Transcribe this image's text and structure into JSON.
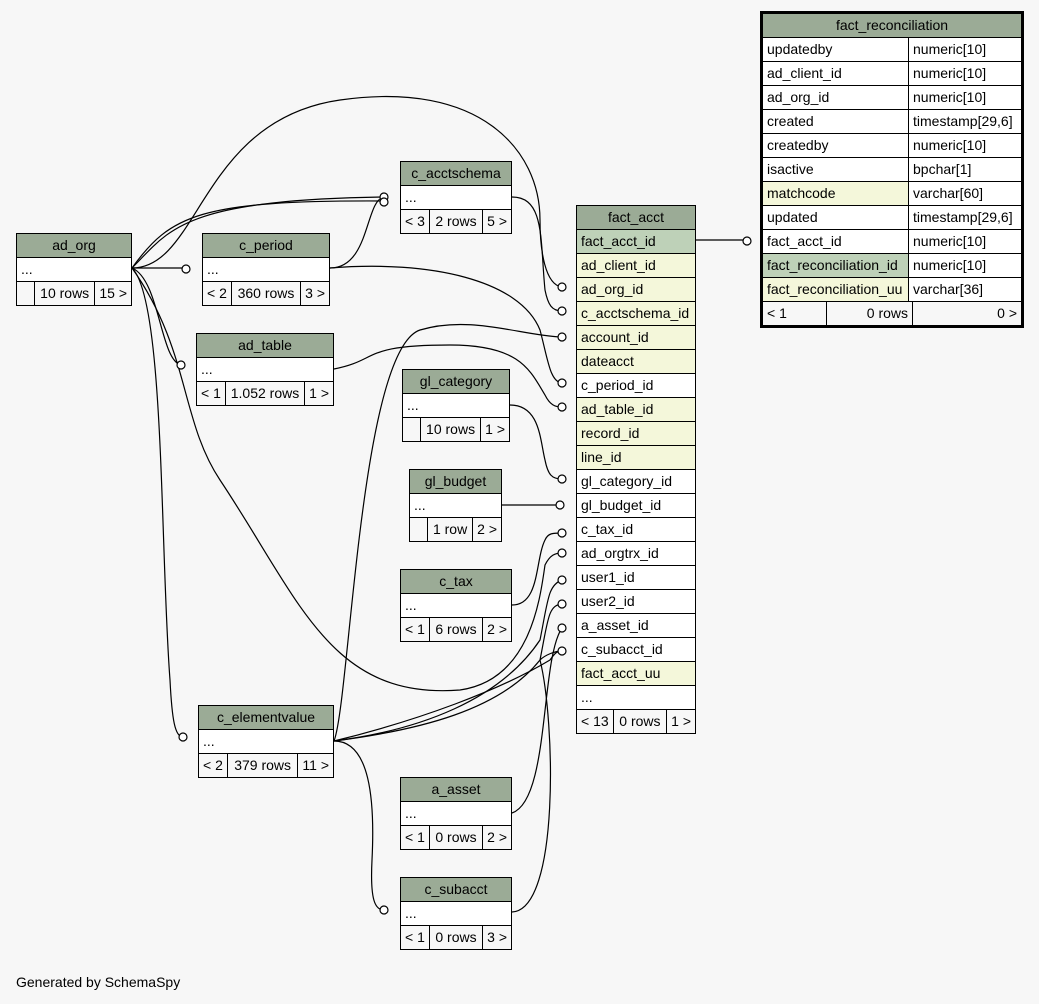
{
  "tables": {
    "ad_org": {
      "name": "ad_org",
      "rows": [
        "..."
      ],
      "footer": [
        "",
        "10 rows",
        "15 >"
      ]
    },
    "c_period": {
      "name": "c_period",
      "rows": [
        "..."
      ],
      "footer": [
        "< 2",
        "360 rows",
        "3 >"
      ]
    },
    "c_acctschema": {
      "name": "c_acctschema",
      "rows": [
        "..."
      ],
      "footer": [
        "< 3",
        "2 rows",
        "5 >"
      ]
    },
    "ad_table": {
      "name": "ad_table",
      "rows": [
        "..."
      ],
      "footer": [
        "< 1",
        "1.052 rows",
        "1 >"
      ]
    },
    "gl_category": {
      "name": "gl_category",
      "rows": [
        "..."
      ],
      "footer": [
        "",
        "10 rows",
        "1 >"
      ]
    },
    "gl_budget": {
      "name": "gl_budget",
      "rows": [
        "..."
      ],
      "footer": [
        "",
        "1 row",
        "2 >"
      ]
    },
    "c_tax": {
      "name": "c_tax",
      "rows": [
        "..."
      ],
      "footer": [
        "< 1",
        "6 rows",
        "2 >"
      ]
    },
    "c_elementvalue": {
      "name": "c_elementvalue",
      "rows": [
        "..."
      ],
      "footer": [
        "< 2",
        "379 rows",
        "11 >"
      ]
    },
    "a_asset": {
      "name": "a_asset",
      "rows": [
        "..."
      ],
      "footer": [
        "< 1",
        "0 rows",
        "2 >"
      ]
    },
    "c_subacct": {
      "name": "c_subacct",
      "rows": [
        "..."
      ],
      "footer": [
        "< 1",
        "0 rows",
        "3 >"
      ]
    },
    "fact_acct": {
      "name": "fact_acct",
      "rows": [
        "fact_acct_id",
        "ad_client_id",
        "ad_org_id",
        "c_acctschema_id",
        "account_id",
        "dateacct",
        "c_period_id",
        "ad_table_id",
        "record_id",
        "line_id",
        "gl_category_id",
        "gl_budget_id",
        "c_tax_id",
        "ad_orgtrx_id",
        "user1_id",
        "user2_id",
        "a_asset_id",
        "c_subacct_id",
        "fact_acct_uu",
        "..."
      ],
      "footer": [
        "< 13",
        "0 rows",
        "1 >"
      ]
    },
    "fact_reconciliation": {
      "name": "fact_reconciliation",
      "columns": [
        [
          "updatedby",
          "numeric[10]"
        ],
        [
          "ad_client_id",
          "numeric[10]"
        ],
        [
          "ad_org_id",
          "numeric[10]"
        ],
        [
          "created",
          "timestamp[29,6]"
        ],
        [
          "createdby",
          "numeric[10]"
        ],
        [
          "isactive",
          "bpchar[1]"
        ],
        [
          "matchcode",
          "varchar[60]"
        ],
        [
          "updated",
          "timestamp[29,6]"
        ],
        [
          "fact_acct_id",
          "numeric[10]"
        ],
        [
          "fact_reconciliation_id",
          "numeric[10]"
        ],
        [
          "fact_reconciliation_uu",
          "varchar[36]"
        ]
      ],
      "footer": [
        "< 1",
        "0 rows",
        "0 >"
      ]
    }
  },
  "footer_note": "Generated by SchemaSpy",
  "colors": {
    "header": "#9bab96",
    "fk": "#f4f7da",
    "pk": "#bed1b8",
    "background": "#f7f7f7"
  }
}
